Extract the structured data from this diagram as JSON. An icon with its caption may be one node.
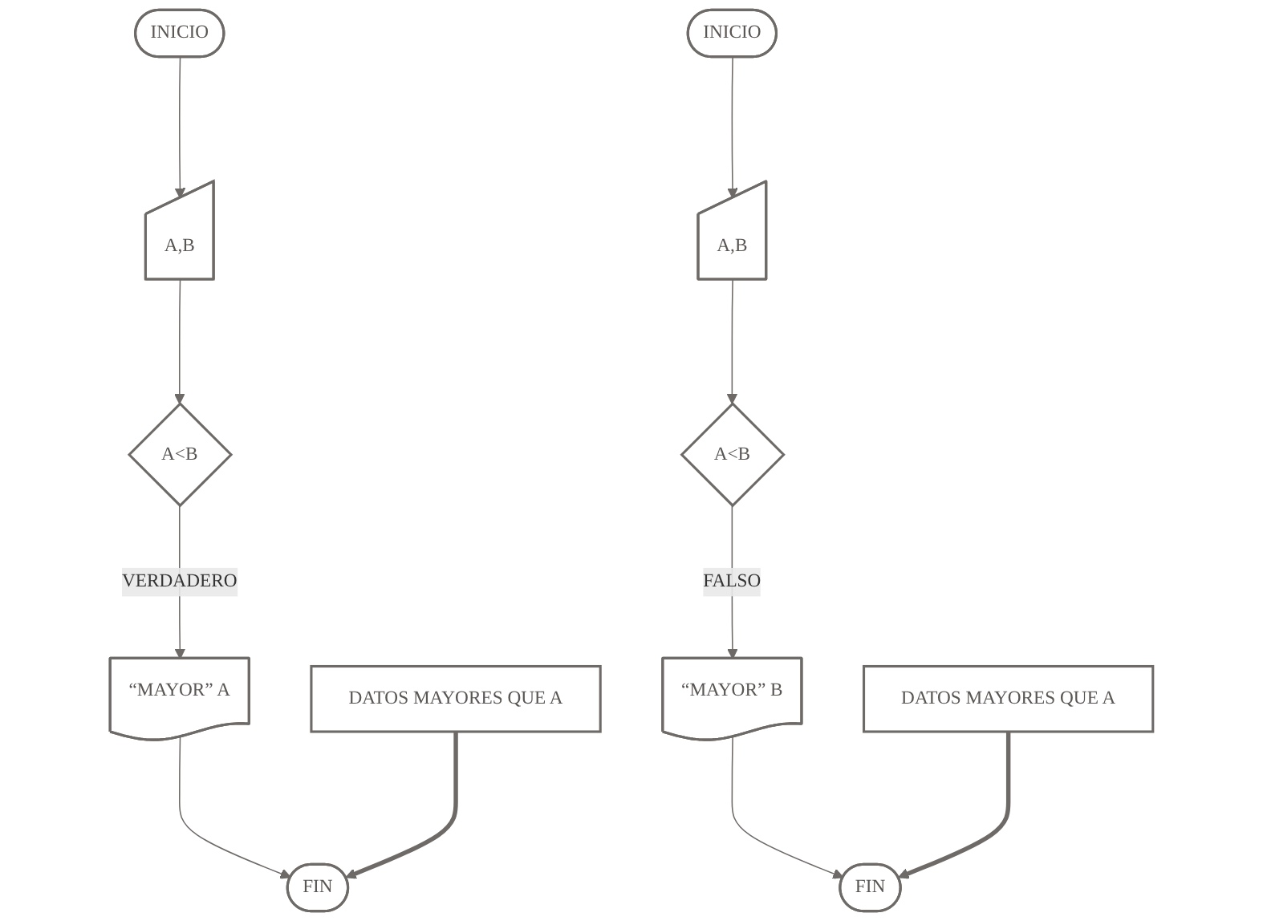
{
  "diagram": {
    "nodes": [
      {
        "text": [
          "DATOS MAYORES QUE A"
        ]
      },
      {
        "text": [
          "INICIO"
        ]
      },
      {
        "text": [
          "A,B"
        ]
      },
      {
        "text": [
          "A<B"
        ]
      },
      {
        "text": [
          "“MAYOR” A"
        ]
      },
      {
        "text": [
          "FIN"
        ]
      },
      {
        "text": [
          "DATOS MAYORES QUE A"
        ]
      },
      {
        "text": [
          "INICIO"
        ]
      },
      {
        "text": [
          "A,B"
        ]
      },
      {
        "text": [
          "A<B"
        ]
      },
      {
        "text": [
          "“MAYOR” B"
        ]
      },
      {
        "text": [
          "FIN"
        ]
      }
    ],
    "edges": [
      {
        "from": 1,
        "to": 2,
        "arrow": "to"
      },
      {
        "from": 2,
        "to": 3,
        "arrow": "to"
      },
      {
        "from": 3,
        "to": 4,
        "arrow": "to",
        "label": "VERDADERO"
      },
      {
        "from": 4,
        "to": 5,
        "arrow": "to"
      },
      {
        "from": 0,
        "to": 5,
        "arrow": "to",
        "style": "thick"
      },
      {
        "from": 7,
        "to": 8,
        "arrow": "to"
      },
      {
        "from": 8,
        "to": 9,
        "arrow": "to"
      },
      {
        "from": 9,
        "to": 10,
        "arrow": "to",
        "label": "FALSO"
      },
      {
        "from": 10,
        "to": 11,
        "arrow": "to"
      },
      {
        "from": 6,
        "to": 11,
        "arrow": "to",
        "style": "thick"
      }
    ]
  }
}
